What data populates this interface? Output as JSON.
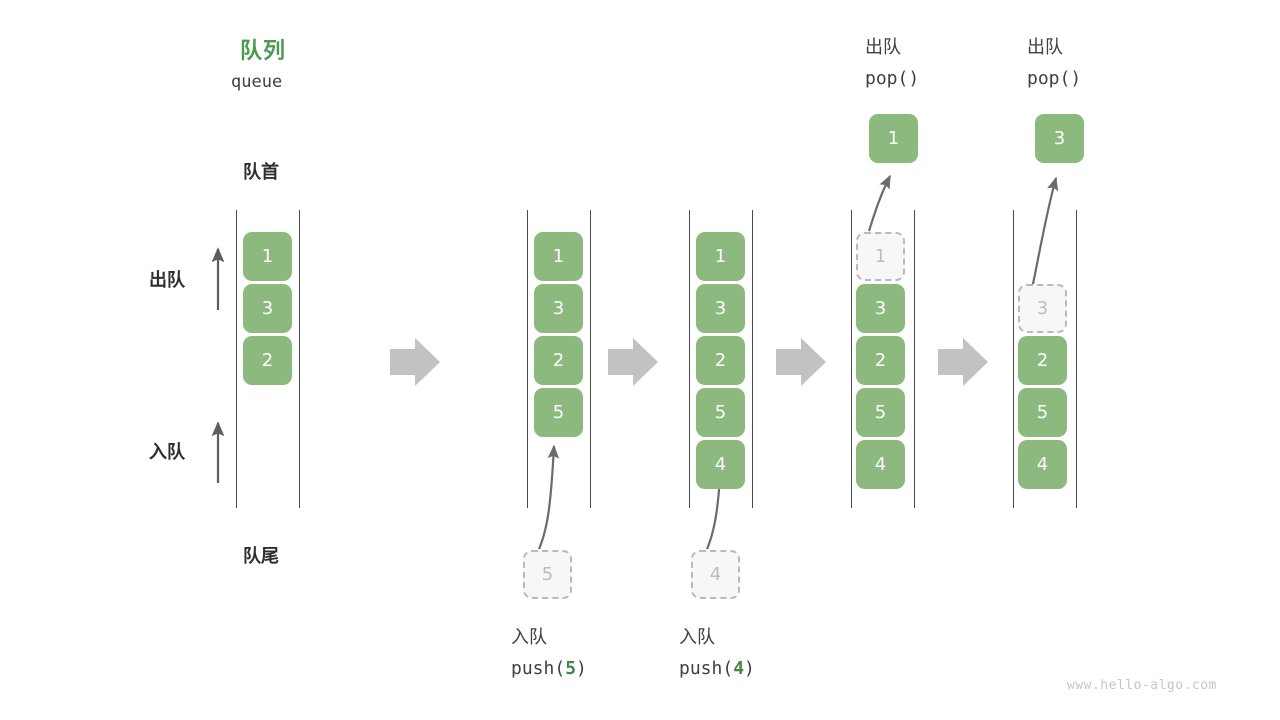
{
  "diagram": {
    "title_cn": "队列",
    "title_en": "queue",
    "front_label": "队首",
    "rear_label": "队尾",
    "dequeue_label": "出队",
    "enqueue_label": "入队",
    "watermark": "www.hello-algo.com",
    "colors": {
      "cell_fill": "#8cba7e",
      "cell_text": "#ffffff",
      "ghost_fill": "#f7f7f7",
      "ghost_border": "#b9b9b9",
      "ghost_text": "#bdbdbd",
      "title_green": "#4a9a4f",
      "arrow_gray": "#c2c2c2",
      "line_gray": "#6b6b6b",
      "text_dark": "#2e2e2e",
      "watermark_gray": "#c6c6c6"
    },
    "icons": {
      "step_arrow": "step-arrow-right-icon",
      "direction_arrow": "direction-arrow-up-icon",
      "flow_arrow": "flow-arrow-icon"
    }
  },
  "stages": [
    {
      "id": "initial",
      "header_cn": "",
      "header_code": "",
      "cells": [
        "1",
        "3",
        "2"
      ],
      "ghost_index": -1,
      "footer_cn": "",
      "footer_code_prefix": "",
      "footer_code_arg": "",
      "footer_code_suffix": "",
      "pending_value": "",
      "result_value": ""
    },
    {
      "id": "push-5",
      "header_cn": "",
      "header_code": "",
      "cells": [
        "1",
        "3",
        "2",
        "5"
      ],
      "ghost_index": -1,
      "footer_cn": "入队",
      "footer_code_prefix": "push(",
      "footer_code_arg": "5",
      "footer_code_suffix": ")",
      "pending_value": "5",
      "result_value": ""
    },
    {
      "id": "push-4",
      "header_cn": "",
      "header_code": "",
      "cells": [
        "1",
        "3",
        "2",
        "5",
        "4"
      ],
      "ghost_index": -1,
      "footer_cn": "入队",
      "footer_code_prefix": "push(",
      "footer_code_arg": "4",
      "footer_code_suffix": ")",
      "pending_value": "4",
      "result_value": ""
    },
    {
      "id": "pop-1",
      "header_cn": "出队",
      "header_code": "pop()",
      "cells": [
        "1",
        "3",
        "2",
        "5",
        "4"
      ],
      "ghost_index": 0,
      "footer_cn": "",
      "footer_code_prefix": "",
      "footer_code_arg": "",
      "footer_code_suffix": "",
      "pending_value": "",
      "result_value": "1"
    },
    {
      "id": "pop-3",
      "header_cn": "出队",
      "header_code": "pop()",
      "cells": [
        "3",
        "2",
        "5",
        "4"
      ],
      "ghost_index": 0,
      "footer_cn": "",
      "footer_code_prefix": "",
      "footer_code_arg": "",
      "footer_code_suffix": "",
      "pending_value": "",
      "result_value": "3"
    }
  ]
}
